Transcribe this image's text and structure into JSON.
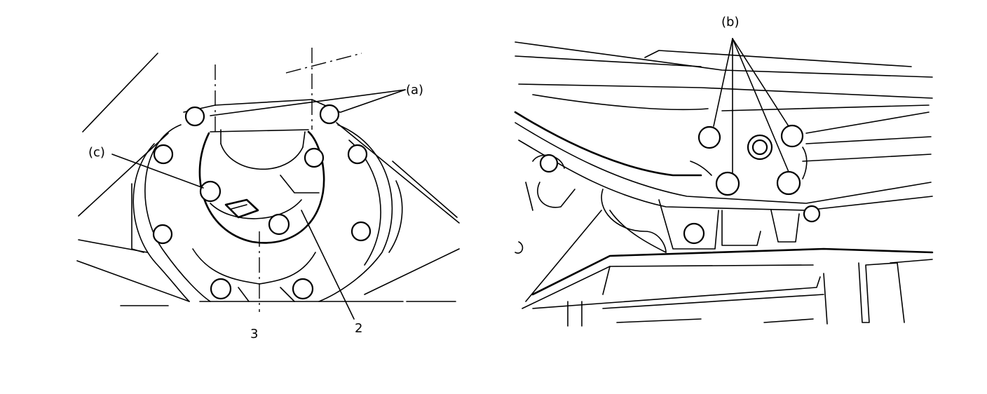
{
  "figure": {
    "left_view": {
      "callout_a": "(a)",
      "callout_c": "(c)",
      "part_3": "3",
      "part_2": "2"
    },
    "right_view": {
      "callout_b": "(b)"
    }
  },
  "colors": {
    "ink": "#000000",
    "paper": "#ffffff"
  }
}
